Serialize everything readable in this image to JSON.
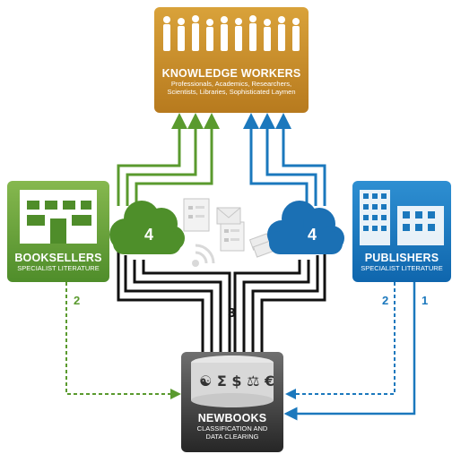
{
  "knowledge_workers": {
    "title": "KNOWLEDGE WORKERS",
    "subtitle_line1": "Professionals, Academics, Researchers,",
    "subtitle_line2": "Scientists, Libraries, Sophisticated Laymen"
  },
  "booksellers": {
    "title": "BOOKSELLERS",
    "subtitle": "SPECIALIST LITERATURE"
  },
  "publishers": {
    "title": "PUBLISHERS",
    "subtitle": "SPECIALIST LITERATURE"
  },
  "newbooks": {
    "title": "NEWBOOKS",
    "subtitle_line1": "CLASSIFICATION AND",
    "subtitle_line2": "DATA CLEARING"
  },
  "labels": {
    "cloud_left": "4",
    "cloud_right": "4",
    "center": "3",
    "booksellers_link": "2",
    "publishers_link_dashed": "2",
    "publishers_link_solid": "1"
  },
  "colors": {
    "green": "#5a9a2e",
    "blue": "#1b78bd",
    "gold": "#c68d2a",
    "black": "#111111"
  }
}
